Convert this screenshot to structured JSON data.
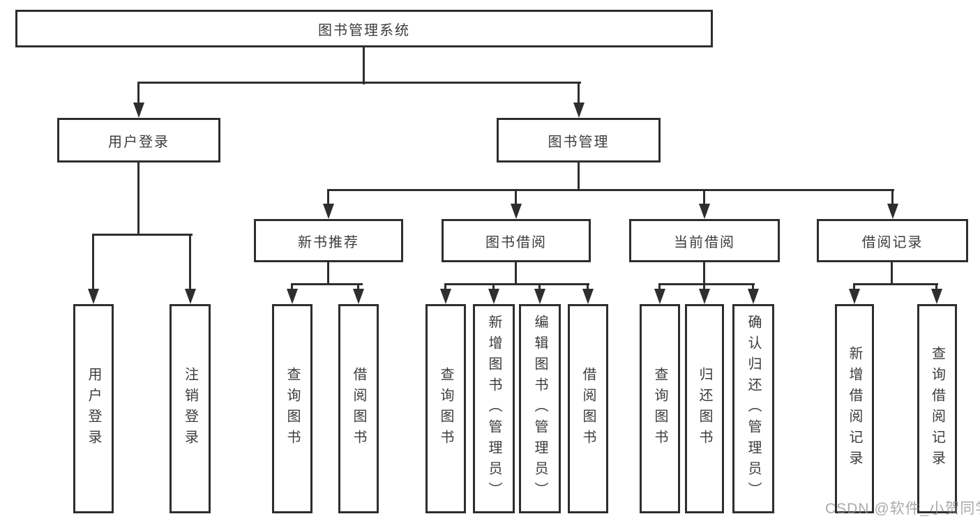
{
  "root": {
    "label": "图书管理系统"
  },
  "branches": {
    "user_login": {
      "label": "用户登录",
      "children": [
        {
          "label": "用户登录"
        },
        {
          "label": "注销登录"
        }
      ]
    },
    "book_mgmt": {
      "label": "图书管理",
      "sections": [
        {
          "label": "新书推荐",
          "children": [
            {
              "label": "查询图书"
            },
            {
              "label": "借阅图书"
            }
          ]
        },
        {
          "label": "图书借阅",
          "children": [
            {
              "label": "查询图书"
            },
            {
              "label": "新增图书（管理员）"
            },
            {
              "label": "编辑图书（管理员）"
            },
            {
              "label": "借阅图书"
            }
          ]
        },
        {
          "label": "当前借阅",
          "children": [
            {
              "label": "查询图书"
            },
            {
              "label": "归还图书"
            },
            {
              "label": "确认归还（管理员）"
            }
          ]
        },
        {
          "label": "借阅记录",
          "children": [
            {
              "label": "新增借阅记录"
            },
            {
              "label": "查询借阅记录"
            }
          ]
        }
      ]
    }
  },
  "watermark": {
    "text": "CSDN @软件_小贺同学"
  },
  "colors": {
    "line": "#2e2e2e",
    "text": "#3c3c3c",
    "background": "#ffffff",
    "watermark": "#8c8c8c"
  }
}
